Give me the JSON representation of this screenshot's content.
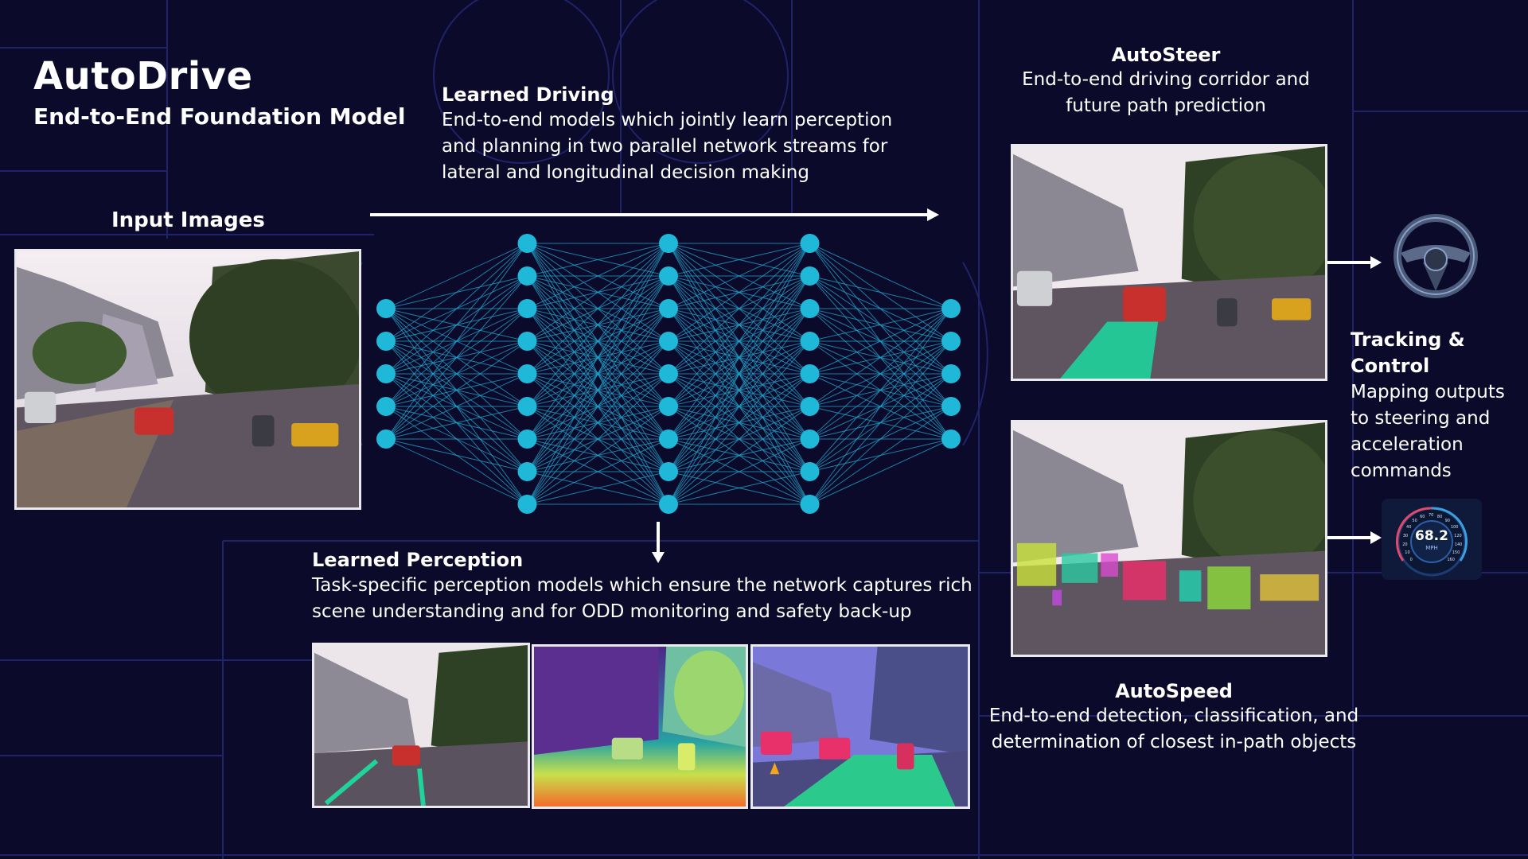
{
  "header": {
    "title": "AutoDrive",
    "subtitle": "End-to-End Foundation Model"
  },
  "input": {
    "label": "Input Images"
  },
  "learned_driving": {
    "heading": "Learned Driving",
    "lines": [
      "End-to-end models which jointly learn perception",
      "and planning in two parallel network streams for",
      "lateral and longitudinal decision making"
    ]
  },
  "learned_perception": {
    "heading": "Learned Perception",
    "lines": [
      "Task-specific perception models which ensure the network captures rich",
      "scene understanding and for ODD monitoring and safety back-up"
    ]
  },
  "autosteer": {
    "heading": "AutoSteer",
    "lines": [
      "End-to-end driving corridor and",
      "future path prediction"
    ]
  },
  "autospeed": {
    "heading": "AutoSpeed",
    "lines": [
      "End-to-end detection, classification, and",
      "determination of closest in-path objects"
    ]
  },
  "tracking": {
    "heading_lines": [
      "Tracking &",
      "Control"
    ],
    "lines": [
      "Mapping outputs",
      "to steering and",
      "acceleration",
      "commands"
    ]
  },
  "speedometer": {
    "value": "68.2",
    "unit": "MPH",
    "ticks": [
      "0",
      "10",
      "20",
      "30",
      "40",
      "50",
      "60",
      "70",
      "80",
      "90",
      "100",
      "120",
      "140",
      "150",
      "160"
    ]
  },
  "network": {
    "layer_sizes": [
      5,
      9,
      9,
      9,
      5
    ]
  },
  "colors": {
    "background": "#0b0a2a",
    "grid_line": "#23246a",
    "node": "#1fb8d8",
    "edge": "#1fa6cf",
    "corridor": "#1fd39b"
  },
  "icons": {
    "steering": "steering-wheel-icon",
    "speedometer": "speedometer-icon"
  }
}
